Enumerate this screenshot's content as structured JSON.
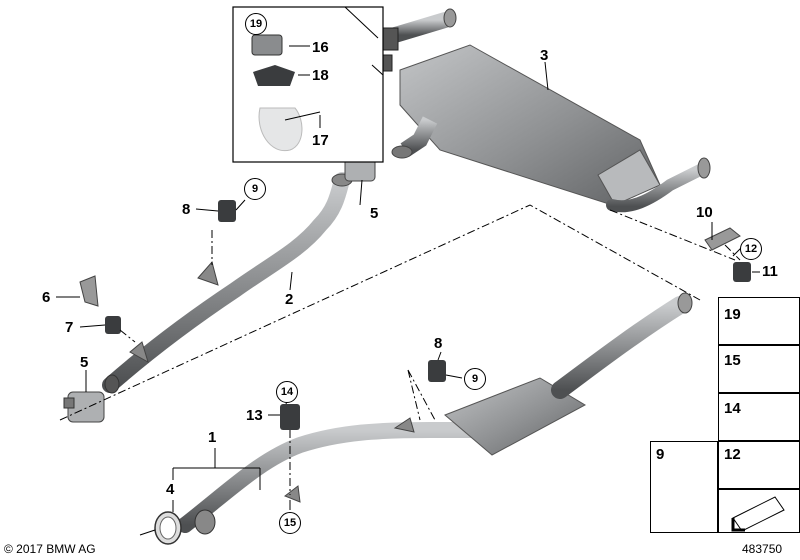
{
  "callouts": {
    "c1": "1",
    "c2": "2",
    "c3": "3",
    "c4": "4",
    "c5a": "5",
    "c5b": "5",
    "c6": "6",
    "c7": "7",
    "c8a": "8",
    "c8b": "8",
    "c9a": "9",
    "c9b": "9",
    "c10": "10",
    "c11": "11",
    "c12": "12",
    "c13": "13",
    "c14": "14",
    "c15": "15",
    "c16": "16",
    "c17": "17",
    "c18": "18",
    "c19": "19"
  },
  "legend": {
    "b19": "19",
    "b15": "15",
    "b14": "14",
    "b12": "12",
    "b9": "9"
  },
  "footer": {
    "copyright": "© 2017 BMW AG",
    "diagram_number": "483750"
  },
  "colors": {
    "pipe_dark": "#6f7173",
    "pipe_light": "#b4b6b8",
    "muffler": "#9a9c9e",
    "rubber": "#2f3133"
  }
}
